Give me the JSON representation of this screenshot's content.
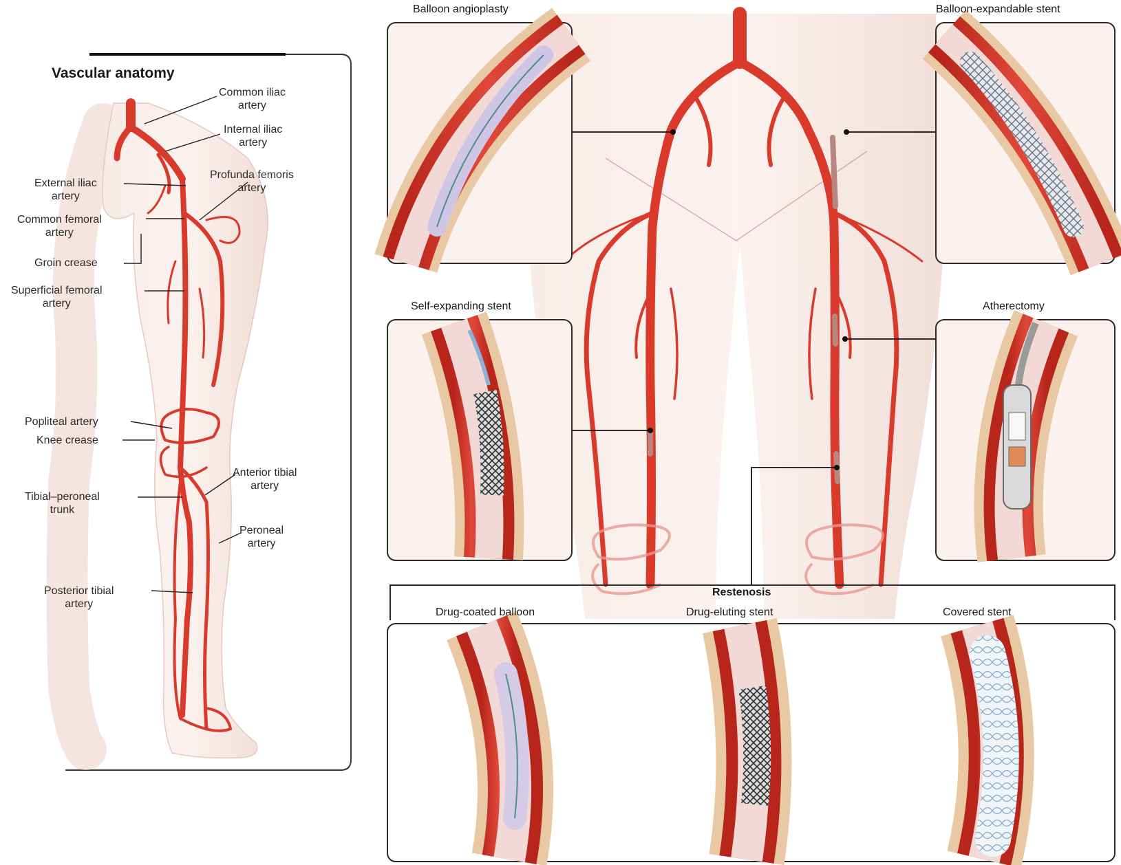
{
  "anatomy": {
    "title": "Vascular anatomy",
    "labels": {
      "common_iliac": [
        "Common iliac",
        "artery"
      ],
      "internal_iliac": [
        "Internal iliac",
        "artery"
      ],
      "external_iliac": [
        "External iliac",
        "artery"
      ],
      "profunda_femoris": [
        "Profunda femoris",
        "artery"
      ],
      "common_femoral": [
        "Common femoral",
        "artery"
      ],
      "groin_crease": "Groin crease",
      "superficial_femoral": [
        "Superficial femoral",
        "artery"
      ],
      "popliteal": "Popliteal artery",
      "knee_crease": "Knee crease",
      "anterior_tibial": [
        "Anterior tibial",
        "artery"
      ],
      "tibial_peroneal": [
        "Tibial–peroneal",
        "trunk"
      ],
      "peroneal": [
        "Peroneal",
        "artery"
      ],
      "posterior_tibial": [
        "Posterior tibial",
        "artery"
      ]
    }
  },
  "panels": {
    "balloon_angioplasty": "Balloon angioplasty",
    "balloon_expandable_stent": "Balloon-expandable stent",
    "self_expanding_stent": "Self-expanding stent",
    "atherectomy": "Atherectomy",
    "restenosis": "Restenosis",
    "drug_coated_balloon": "Drug-coated balloon",
    "drug_eluting_stent": "Drug-eluting stent",
    "covered_stent": "Covered stent"
  },
  "colors": {
    "artery": "#d93a2b",
    "artery_dark": "#a8231a",
    "skin": "#f4e4df",
    "fat": "#e9c9a4",
    "lumen": "#f3d9d6",
    "frame": "#3a3a3a"
  }
}
